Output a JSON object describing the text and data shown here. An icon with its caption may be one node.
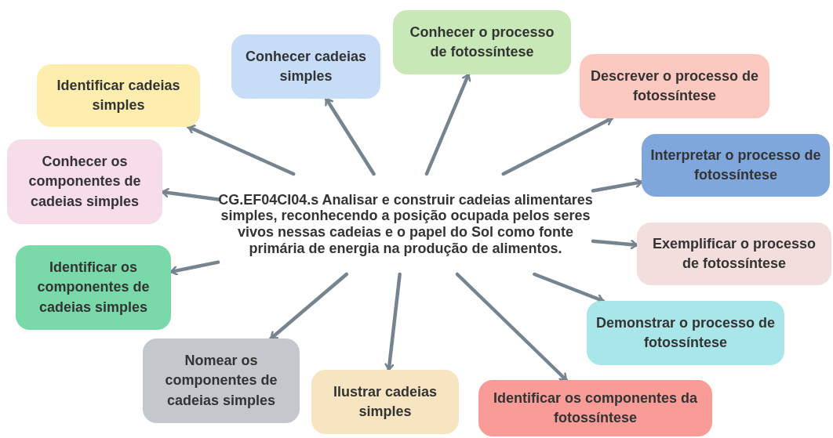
{
  "diagram": {
    "nodes": [
      {
        "text": [
          "CG.EF04CI04.s Analisar e construir cadeias alimentares simples, reconhecendo a posição ocupada pelos seres vivos nessas cadeias e o papel do Sol como fonte primária de energia na produção de alimentos."
        ]
      },
      {
        "text": [
          "Identificar cadeias simples"
        ]
      },
      {
        "text": [
          "Conhecer cadeias simples"
        ]
      },
      {
        "text": [
          "Conhecer o processo de fotossíntese"
        ]
      },
      {
        "text": [
          "Descrever o processo de fotossíntese"
        ]
      },
      {
        "text": [
          "Interpretar o processo de fotossíntese"
        ]
      },
      {
        "text": [
          "Exemplificar o processo de fotossíntese"
        ]
      },
      {
        "text": [
          "Demonstrar o processo de fotossíntese"
        ]
      },
      {
        "text": [
          "Identificar os componentes da fotossíntese"
        ]
      },
      {
        "text": [
          "Ilustrar cadeias simples"
        ]
      },
      {
        "text": [
          "Nomear os componentes de cadeias simples"
        ]
      },
      {
        "text": [
          "Identificar os componentes de cadeias simples"
        ]
      },
      {
        "text": [
          "Conhecer os componentes de cadeias simples"
        ]
      }
    ],
    "edges": [
      {
        "from": 0,
        "to": 1,
        "arrow": "to"
      },
      {
        "from": 0,
        "to": 2,
        "arrow": "to"
      },
      {
        "from": 0,
        "to": 3,
        "arrow": "to"
      },
      {
        "from": 0,
        "to": 4,
        "arrow": "to"
      },
      {
        "from": 0,
        "to": 5,
        "arrow": "to"
      },
      {
        "from": 0,
        "to": 6,
        "arrow": "to"
      },
      {
        "from": 0,
        "to": 7,
        "arrow": "to"
      },
      {
        "from": 0,
        "to": 8,
        "arrow": "to"
      },
      {
        "from": 0,
        "to": 9,
        "arrow": "to"
      },
      {
        "from": 0,
        "to": 10,
        "arrow": "to"
      },
      {
        "from": 0,
        "to": 11,
        "arrow": "to"
      },
      {
        "from": 0,
        "to": 12,
        "arrow": "to"
      }
    ]
  }
}
